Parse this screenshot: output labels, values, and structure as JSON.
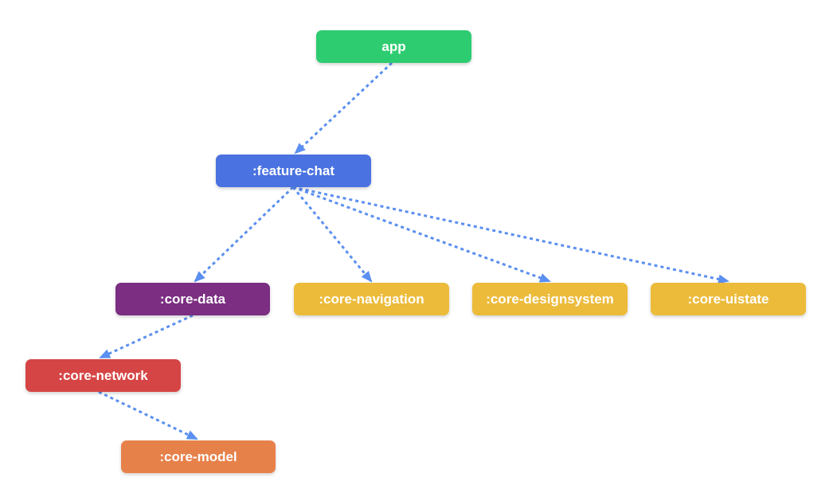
{
  "diagram": {
    "edge_color": "#5B8FF0",
    "nodes": [
      {
        "id": "app",
        "label": "app",
        "color": "#2ECC71"
      },
      {
        "id": "feature-chat",
        "label": ":feature-chat",
        "color": "#4A72E0"
      },
      {
        "id": "core-data",
        "label": ":core-data",
        "color": "#7B2E82"
      },
      {
        "id": "core-navigation",
        "label": ":core-navigation",
        "color": "#ECBB3A"
      },
      {
        "id": "core-designsystem",
        "label": ":core-designsystem",
        "color": "#ECBB3A"
      },
      {
        "id": "core-uistate",
        "label": ":core-uistate",
        "color": "#ECBB3A"
      },
      {
        "id": "core-network",
        "label": ":core-network",
        "color": "#D64545"
      },
      {
        "id": "core-model",
        "label": ":core-model",
        "color": "#E7814A"
      }
    ],
    "edges": [
      {
        "from": "app",
        "to": "feature-chat"
      },
      {
        "from": "feature-chat",
        "to": "core-data"
      },
      {
        "from": "feature-chat",
        "to": "core-navigation"
      },
      {
        "from": "feature-chat",
        "to": "core-designsystem"
      },
      {
        "from": "feature-chat",
        "to": "core-uistate"
      },
      {
        "from": "core-data",
        "to": "core-network"
      },
      {
        "from": "core-network",
        "to": "core-model"
      }
    ]
  }
}
